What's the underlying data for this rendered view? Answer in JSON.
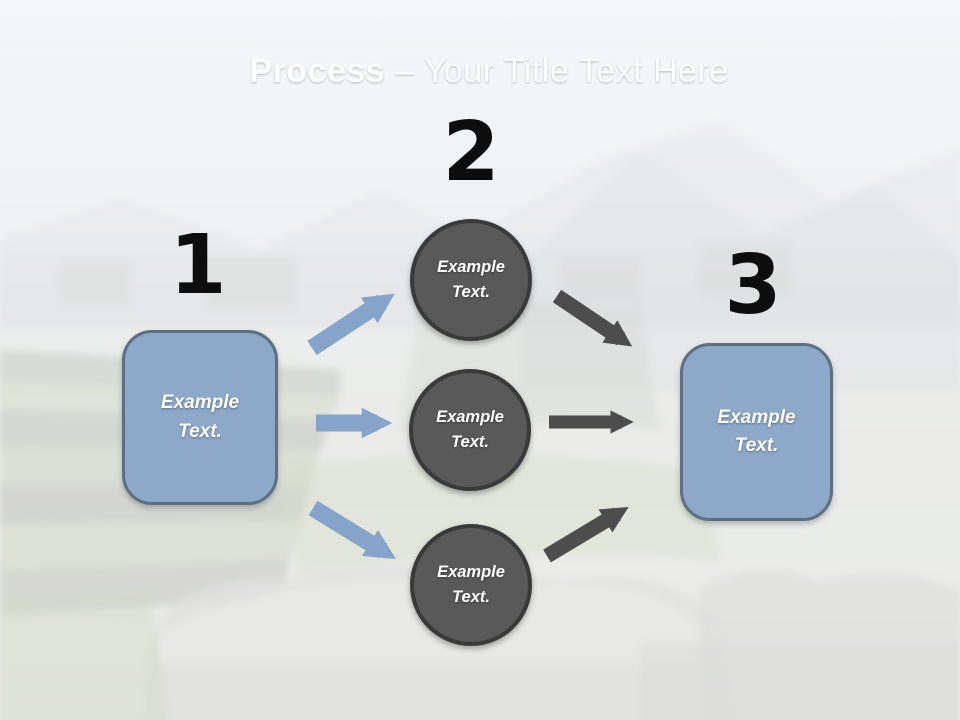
{
  "title": {
    "emphasis": "Process",
    "rest": "– Your Title Text Here"
  },
  "numbers": [
    "1",
    "2",
    "3"
  ],
  "left_box": {
    "line1": "Example",
    "line2": "Text."
  },
  "right_box": {
    "line1": "Example",
    "line2": "Text."
  },
  "circles": [
    {
      "line1": "Example",
      "line2": "Text."
    },
    {
      "line1": "Example",
      "line2": "Text."
    },
    {
      "line1": "Example",
      "line2": "Text."
    }
  ],
  "colors": {
    "header_gradient_top": "#56708e",
    "header_gradient_bottom": "#8fa6bf",
    "title_color": "#ffffff",
    "number_color": "#0d0d0d",
    "box_fill": "#8da8c8",
    "box_border": "#5d7082",
    "circle_fill": "#595959",
    "circle_border": "#3a3a3a",
    "arrow_blue": "#86a3c9",
    "arrow_dark": "#4d4d4d"
  }
}
